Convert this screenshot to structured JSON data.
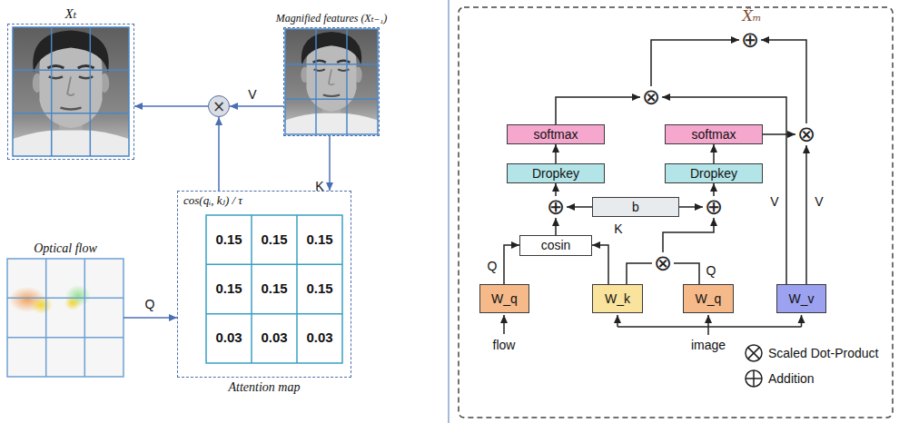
{
  "diagram": {
    "nodes": [
      {
        "text": [
          "Xₜ"
        ]
      },
      {
        "text": [
          "Magnified features (Xₜ₋₁)"
        ]
      },
      {
        "text": [
          "×"
        ]
      },
      {
        "text": [
          "Optical flow"
        ]
      },
      {
        "text": [
          "cos(qᵢ, kⱼ) / τ",
          "Attention map"
        ]
      },
      {
        "text": [
          "⊕"
        ]
      },
      {
        "text": [
          "⊗"
        ]
      },
      {
        "text": [
          "softmax"
        ]
      },
      {
        "text": [
          "softmax"
        ]
      },
      {
        "text": [
          "⊗"
        ]
      },
      {
        "text": [
          "Dropkey"
        ]
      },
      {
        "text": [
          "Dropkey"
        ]
      },
      {
        "text": [
          "⊕"
        ]
      },
      {
        "text": [
          "b"
        ]
      },
      {
        "text": [
          "⊕"
        ]
      },
      {
        "text": [
          "cosin"
        ]
      },
      {
        "text": [
          "⊗"
        ]
      },
      {
        "text": [
          "W_q"
        ]
      },
      {
        "text": [
          "W_k"
        ]
      },
      {
        "text": [
          "W_q"
        ]
      },
      {
        "text": [
          "W_v"
        ]
      }
    ],
    "edges": [
      {
        "from": 1,
        "to": 2,
        "arrow": "to"
      },
      {
        "from": 2,
        "to": 0,
        "arrow": "to"
      },
      {
        "from": 1,
        "to": 4,
        "arrow": "to"
      },
      {
        "from": 4,
        "to": 2,
        "arrow": "to"
      },
      {
        "from": 3,
        "to": 4,
        "arrow": "to"
      },
      {
        "from": 17,
        "to": 15,
        "arrow": "to"
      },
      {
        "from": 18,
        "to": 15,
        "arrow": "to"
      },
      {
        "from": 18,
        "to": 16,
        "arrow": "none"
      },
      {
        "from": 19,
        "to": 16,
        "arrow": "none"
      },
      {
        "from": 16,
        "to": 14,
        "arrow": "to"
      },
      {
        "from": 15,
        "to": 12,
        "arrow": "to"
      },
      {
        "from": 13,
        "to": 12,
        "arrow": "to"
      },
      {
        "from": 13,
        "to": 14,
        "arrow": "to"
      },
      {
        "from": 12,
        "to": 10,
        "arrow": "to"
      },
      {
        "from": 14,
        "to": 11,
        "arrow": "to"
      },
      {
        "from": 10,
        "to": 7,
        "arrow": "to"
      },
      {
        "from": 11,
        "to": 8,
        "arrow": "to"
      },
      {
        "from": 7,
        "to": 6,
        "arrow": "to"
      },
      {
        "from": 8,
        "to": 9,
        "arrow": "to"
      },
      {
        "from": 20,
        "to": 6,
        "arrow": "to"
      },
      {
        "from": 20,
        "to": 9,
        "arrow": "to"
      },
      {
        "from": 6,
        "to": 5,
        "arrow": "to"
      },
      {
        "from": 9,
        "to": 5,
        "arrow": "to"
      }
    ],
    "labels": [
      "V",
      "K",
      "0.15",
      "0.15",
      "0.15",
      "0.15",
      "0.15",
      "0.15",
      "0.03",
      "0.03",
      "0.03",
      "Q",
      "X̂ₘ",
      "Q",
      "K",
      "Q",
      "V",
      "V",
      "flow",
      "image"
    ],
    "legend": [
      {
        "text": "Scaled Dot-Product"
      },
      {
        "text": "Addition"
      }
    ]
  }
}
